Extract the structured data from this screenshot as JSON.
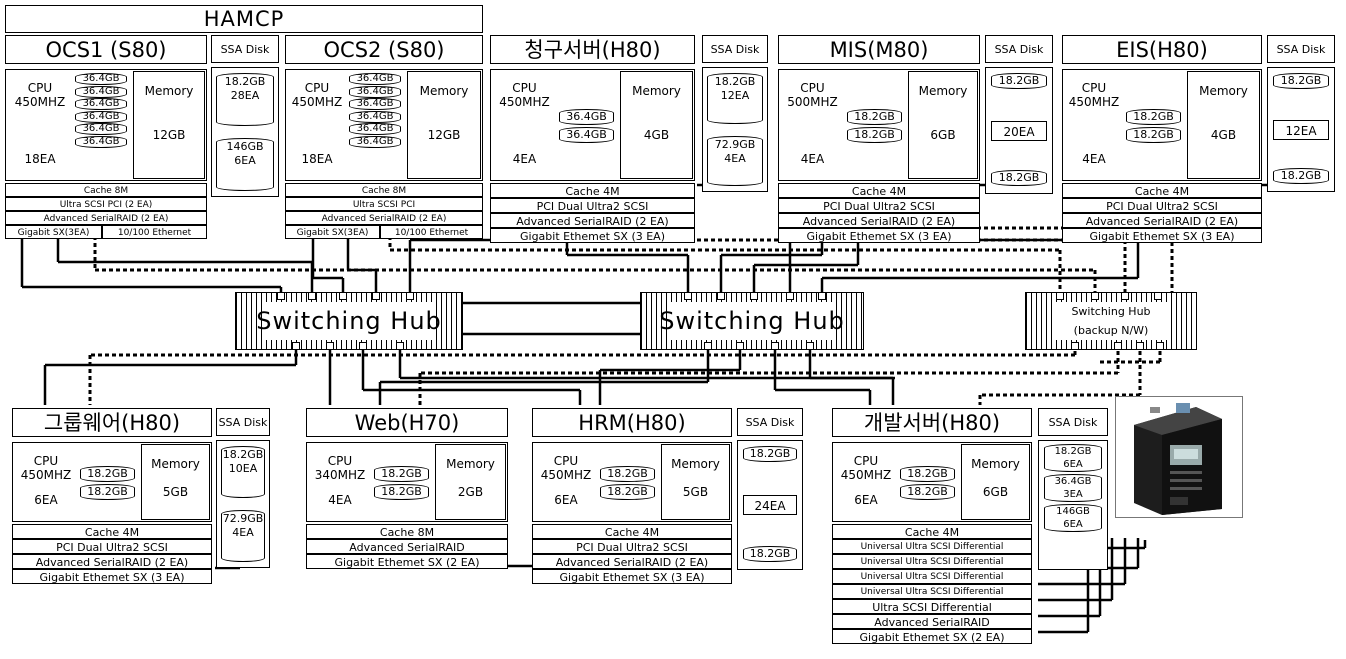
{
  "hamcp": "HAMCP",
  "ssa_label": "SSA Disk",
  "switching_hub": "Switching Hub",
  "backup_hub": [
    "Switching Hub",
    "(backup N/W)"
  ],
  "servers": [
    {
      "title": "OCS1 (S80)",
      "cpu": [
        "CPU",
        "450MHZ",
        "18EA"
      ],
      "disks": [
        "36.4GB",
        "36.4GB",
        "36.4GB",
        "36.4GB",
        "36.4GB",
        "36.4GB"
      ],
      "memory": [
        "Memory",
        "12GB"
      ],
      "specs": [
        "Cache 8M",
        "Ultra SCSI PCI (2 EA)",
        "Advanced SerialRAID (2 EA)",
        "Gigabit SX(3EA)",
        "10/100 Ethernet"
      ],
      "ssa": [
        "18.2GB",
        "28EA",
        "146GB",
        "6EA"
      ]
    },
    {
      "title": "OCS2 (S80)",
      "cpu": [
        "CPU",
        "450MHZ",
        "18EA"
      ],
      "disks": [
        "36.4GB",
        "36.4GB",
        "36.4GB",
        "36.4GB",
        "36.4GB",
        "36.4GB"
      ],
      "memory": [
        "Memory",
        "12GB"
      ],
      "specs": [
        "Cache 8M",
        "Ultra SCSI PCI",
        "Advanced SerialRAID (2 EA)",
        "Gigabit SX(3EA)",
        "10/100 Ethernet"
      ]
    },
    {
      "title": "청구서버(H80)",
      "cpu": [
        "CPU",
        "450MHZ",
        "4EA"
      ],
      "disks": [
        "36.4GB",
        "36.4GB"
      ],
      "memory": [
        "Memory",
        "4GB"
      ],
      "specs": [
        "Cache 4M",
        "PCI Dual Ultra2 SCSI",
        "Advanced SerialRAID (2 EA)",
        "Gigabit Ethemet SX (3 EA)"
      ],
      "ssa": [
        "18.2GB",
        "12EA",
        "72.9GB",
        "4EA"
      ]
    },
    {
      "title": "MIS(M80)",
      "cpu": [
        "CPU",
        "500MHZ",
        "4EA"
      ],
      "disks": [
        "18.2GB",
        "18.2GB"
      ],
      "memory": [
        "Memory",
        "6GB"
      ],
      "specs": [
        "Cache 4M",
        "PCI Dual Ultra2 SCSI",
        "Advanced SerialRAID (2 EA)",
        "Gigabit Ethemet SX (3 EA)"
      ],
      "ssa": [
        "18.2GB",
        "20EA",
        "18.2GB"
      ]
    },
    {
      "title": "EIS(H80)",
      "cpu": [
        "CPU",
        "450MHZ",
        "4EA"
      ],
      "disks": [
        "18.2GB",
        "18.2GB"
      ],
      "memory": [
        "Memory",
        "4GB"
      ],
      "specs": [
        "Cache 4M",
        "PCI Dual Ultra2 SCSI",
        "Advanced SerialRAID (2 EA)",
        "Gigabit Ethemet SX (3 EA)"
      ],
      "ssa": [
        "18.2GB",
        "12EA",
        "18.2GB"
      ]
    },
    {
      "title": "그룹웨어(H80)",
      "cpu": [
        "CPU",
        "450MHZ",
        "6EA"
      ],
      "disks": [
        "18.2GB",
        "18.2GB"
      ],
      "memory": [
        "Memory",
        "5GB"
      ],
      "specs": [
        "Cache 4M",
        "PCI Dual Ultra2 SCSI",
        "Advanced SerialRAID (2 EA)",
        "Gigabit Ethemet SX (3 EA)"
      ],
      "ssa": [
        "18.2GB",
        "10EA",
        "72.9GB",
        "4EA"
      ]
    },
    {
      "title": "Web(H70)",
      "cpu": [
        "CPU",
        "340MHZ",
        "4EA"
      ],
      "disks": [
        "18.2GB",
        "18.2GB"
      ],
      "memory": [
        "Memory",
        "2GB"
      ],
      "specs": [
        "Cache 8M",
        "Advanced SerialRAID",
        "Gigabit Ethemet SX (2 EA)"
      ]
    },
    {
      "title": "HRM(H80)",
      "cpu": [
        "CPU",
        "450MHZ",
        "6EA"
      ],
      "disks": [
        "18.2GB",
        "18.2GB"
      ],
      "memory": [
        "Memory",
        "5GB"
      ],
      "specs": [
        "Cache 4M",
        "PCI Dual Ultra2 SCSI",
        "Advanced SerialRAID (2 EA)",
        "Gigabit Ethemet SX (3 EA)"
      ],
      "ssa": [
        "18.2GB",
        "24EA",
        "18.2GB"
      ]
    },
    {
      "title": "개발서버(H80)",
      "cpu": [
        "CPU",
        "450MHZ",
        "6EA"
      ],
      "disks": [
        "18.2GB",
        "18.2GB"
      ],
      "memory": [
        "Memory",
        "6GB"
      ],
      "specs": [
        "Cache 4M",
        "Universal Ultra SCSI Differential",
        "Universal Ultra SCSI Differential",
        "Universal Ultra SCSI Differential",
        "Universal Ultra SCSI Differential",
        "Ultra SCSI Differential",
        "Advanced SerialRAID",
        "Gigabit Ethemet SX (2 EA)"
      ],
      "ssa": [
        "18.2GB",
        "6EA",
        "36.4GB",
        "3EA",
        "146GB",
        "6EA"
      ]
    }
  ]
}
